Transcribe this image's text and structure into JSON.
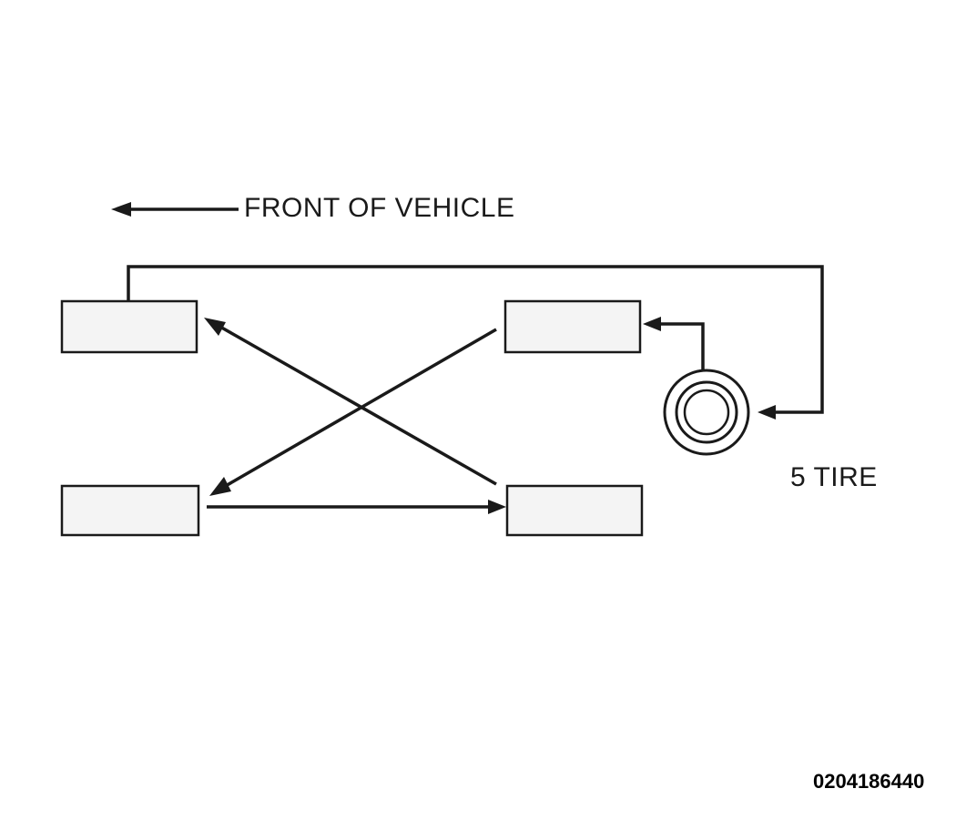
{
  "diagram": {
    "front_label": "FRONT OF VEHICLE",
    "spare_label": "5 TIRE",
    "figure_id": "0204186440"
  },
  "colors": {
    "line": "#1a1a1a",
    "tire_fill": "#f4f4f4",
    "background": "#ffffff"
  },
  "icons": {
    "front_arrow": "left-arrow-icon",
    "spare_tire": "tire-icon"
  }
}
